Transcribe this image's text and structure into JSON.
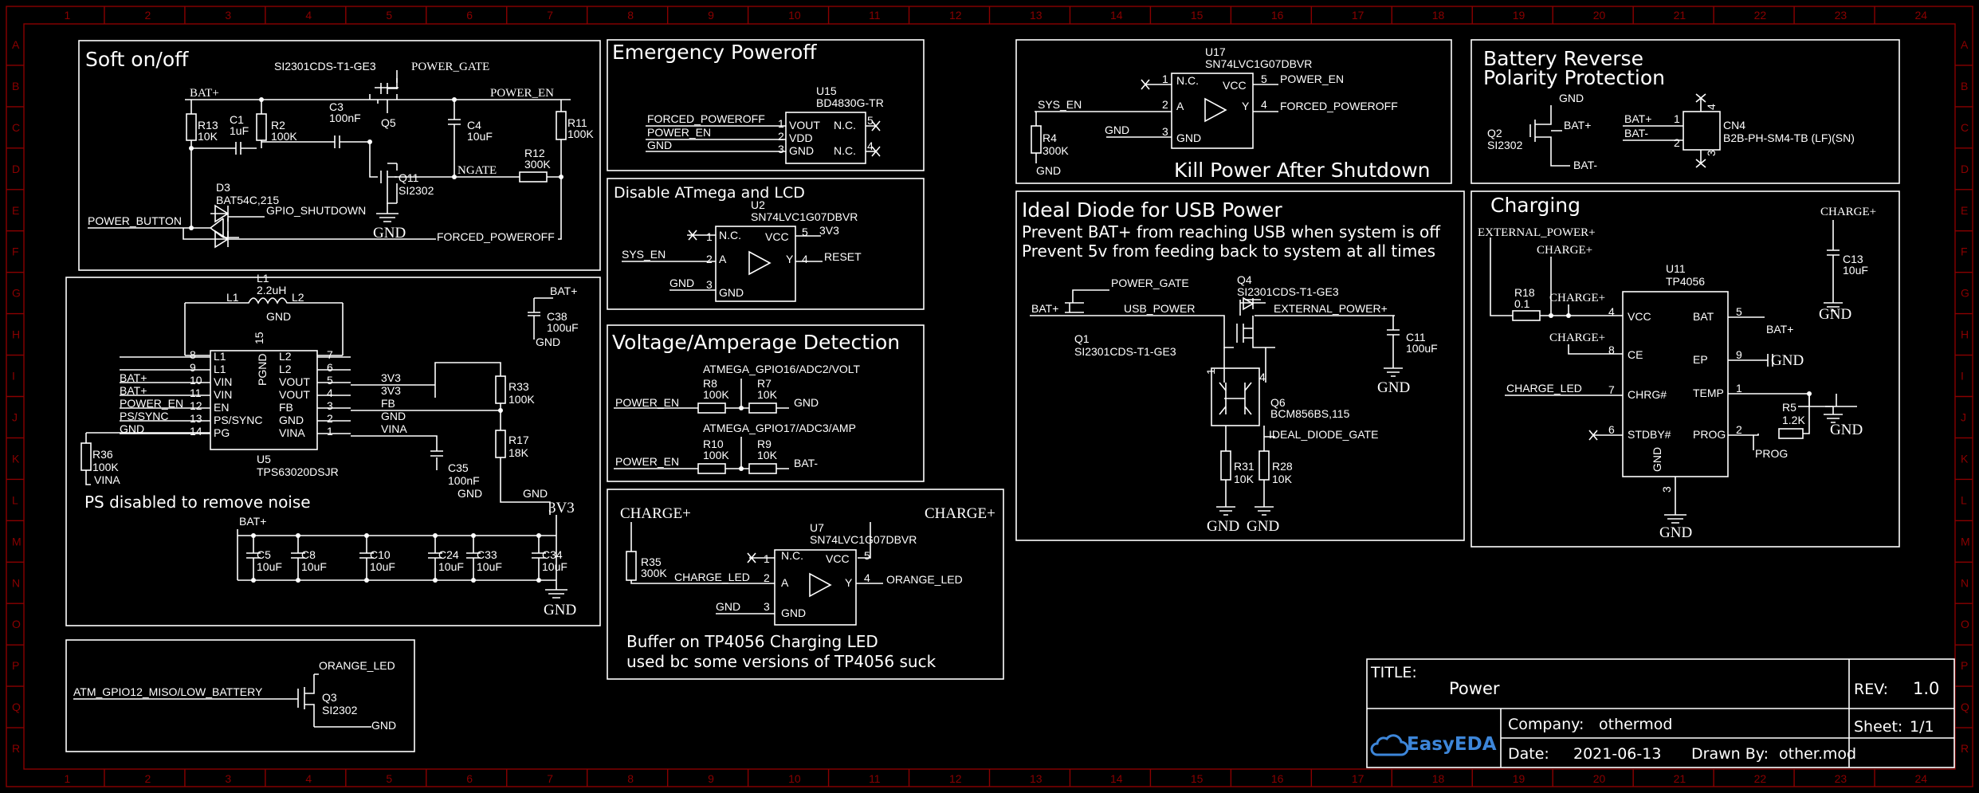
{
  "frame": {
    "col_marks": [
      "1",
      "2",
      "3",
      "4",
      "5",
      "6",
      "7",
      "8",
      "9",
      "10",
      "11",
      "12",
      "13",
      "14",
      "15",
      "16",
      "17",
      "18",
      "19",
      "20",
      "21",
      "22",
      "23",
      "24"
    ],
    "row_marks": [
      "A",
      "B",
      "C",
      "D",
      "E",
      "F",
      "G",
      "H",
      "I",
      "J",
      "K",
      "L",
      "M",
      "N",
      "O",
      "P",
      "Q",
      "R"
    ]
  },
  "title_block": {
    "title_label": "TITLE:",
    "title": "Power",
    "rev_label": "REV:",
    "rev": "1.0",
    "company_label": "Company:",
    "company": "othermod",
    "sheet_label": "Sheet:",
    "sheet": "1/1",
    "date_label": "Date:",
    "date": "2021-06-13",
    "drawn_label": "Drawn By:",
    "drawn": "other.mod",
    "logo": "EasyEDA",
    "logo_icon": "cloud-icon"
  },
  "sections": {
    "soft": {
      "title": "Soft on/off",
      "q5_part": "SI2301CDS-T1-GE3",
      "q5_ref": "Q5",
      "net_power_gate": "POWER_GATE",
      "net_bat": "BAT+",
      "net_power_en": "POWER_EN",
      "r13": [
        "R13",
        "10K"
      ],
      "c1": [
        "C1",
        "1uF"
      ],
      "r2": [
        "R2",
        "100K"
      ],
      "c3": [
        "C3",
        "100nF"
      ],
      "c4": [
        "C4",
        "10uF"
      ],
      "r11": [
        "R11",
        "100K"
      ],
      "r12": [
        "R12",
        "300K"
      ],
      "q11": [
        "Q11",
        "SI2302"
      ],
      "net_ngate": "NGATE",
      "d3": [
        "D3",
        "BAT54C,215"
      ],
      "net_gpio_shutdown": "GPIO_SHUTDOWN",
      "net_power_button": "POWER_BUTTON",
      "net_gnd": "GND",
      "net_forced": "FORCED_POWEROFF"
    },
    "emerg": {
      "title": "Emergency Poweroff",
      "u15_ref": "U15",
      "u15_part": "BD4830G-TR",
      "pins_left": [
        "VOUT",
        "VDD",
        "GND"
      ],
      "pins_left_num": [
        "1",
        "2",
        "3"
      ],
      "pins_right": [
        "N.C.",
        "N.C."
      ],
      "pins_right_num": [
        "5",
        "4"
      ],
      "nets": [
        "FORCED_POWEROFF",
        "POWER_EN",
        "GND"
      ]
    },
    "disable": {
      "title": "Disable ATmega and LCD",
      "u2_ref": "U2",
      "u2_part": "SN74LVC1G07DBVR",
      "pin_nc": "N.C.",
      "pin_a": "A",
      "pin_gnd": "GND",
      "pin_vcc": "VCC",
      "pin_y": "Y",
      "num_1": "1",
      "num_2": "2",
      "num_3": "3",
      "num_4": "4",
      "num_5": "5",
      "net_3v3": "3V3",
      "net_sys_en": "SYS_EN",
      "net_gnd": "GND",
      "net_reset": "RESET"
    },
    "volt": {
      "title": "Voltage/Amperage Detection",
      "net_gpio16": "ATMEGA_GPIO16/ADC2/VOLT",
      "net_gpio17": "ATMEGA_GPIO17/ADC3/AMP",
      "r8": [
        "R8",
        "100K"
      ],
      "r7": [
        "R7",
        "10K"
      ],
      "r10": [
        "R10",
        "100K"
      ],
      "r9": [
        "R9",
        "10K"
      ],
      "net_power_en": "POWER_EN",
      "net_gnd": "GND",
      "net_bat_minus": "BAT-"
    },
    "reg": {
      "l1": [
        "L1",
        "2.2uH"
      ],
      "l1_pins": [
        "L1",
        "L2"
      ],
      "u5_ref": "U5",
      "u5_part": "TPS63020DSJR",
      "pins_left": [
        "L1",
        "L1",
        "VIN",
        "VIN",
        "EN",
        "PS/SYNC",
        "PG"
      ],
      "pins_left_num": [
        "8",
        "9",
        "10",
        "11",
        "12",
        "13",
        "14"
      ],
      "pins_right": [
        "L2",
        "L2",
        "VOUT",
        "VOUT",
        "FB",
        "GND",
        "VINA"
      ],
      "pins_right_num": [
        "7",
        "6",
        "5",
        "4",
        "3",
        "2",
        "1"
      ],
      "pgnd": "PGND",
      "pgnd_num": "15",
      "nets_left": [
        "BAT+",
        "BAT+",
        "POWER_EN",
        "PS/SYNC",
        "GND"
      ],
      "nets_right": [
        "3V3",
        "3V3",
        "FB",
        "GND",
        "VINA"
      ],
      "r36": [
        "R36",
        "100K"
      ],
      "net_vina": "VINA",
      "r33": [
        "R33",
        "100K"
      ],
      "r17": [
        "R17",
        "18K"
      ],
      "c35": [
        "C35",
        "100nF"
      ],
      "c38": [
        "C38",
        "100uF"
      ],
      "net_bat": "BAT+",
      "net_gnd": "GND",
      "net_3v3": "3V3",
      "note": "PS disabled to remove noise",
      "caps": [
        [
          "C5",
          "10uF"
        ],
        [
          "C8",
          "10uF"
        ],
        [
          "C10",
          "10uF"
        ],
        [
          "C24",
          "10uF"
        ],
        [
          "C33",
          "10uF"
        ],
        [
          "C34",
          "10uF"
        ]
      ]
    },
    "led": {
      "net_orange": "ORANGE_LED",
      "net_gpio12": "ATM_GPIO12_MISO/LOW_BATTERY",
      "q3": [
        "Q3",
        "SI2302"
      ],
      "net_gnd": "GND"
    },
    "buffer": {
      "net_charge": "CHARGE+",
      "r35": [
        "R35",
        "300K"
      ],
      "u7_ref": "U7",
      "u7_part": "SN74LVC1G07DBVR",
      "pin_nc": "N.C.",
      "pin_a": "A",
      "pin_gnd": "GND",
      "pin_vcc": "VCC",
      "pin_y": "Y",
      "num_1": "1",
      "num_2": "2",
      "num_3": "3",
      "num_4": "4",
      "num_5": "5",
      "net_charge_led": "CHARGE_LED",
      "net_gnd": "GND",
      "net_orange": "ORANGE_LED",
      "note1": "Buffer on TP4056 Charging LED",
      "note2": "used bc some versions of TP4056 suck"
    },
    "kill": {
      "u17_ref": "U17",
      "u17_part": "SN74LVC1G07DBVR",
      "pin_nc": "N.C.",
      "pin_a": "A",
      "pin_gnd": "GND",
      "pin_vcc": "VCC",
      "pin_y": "Y",
      "num_1": "1",
      "num_2": "2",
      "num_3": "3",
      "num_4": "4",
      "num_5": "5",
      "net_sys_en": "SYS_EN",
      "net_gnd": "GND",
      "net_power_en": "POWER_EN",
      "net_forced": "FORCED_POWEROFF",
      "r4": [
        "R4",
        "300K"
      ],
      "title": "Kill Power After Shutdown"
    },
    "diode": {
      "title": "Ideal Diode for USB Power",
      "line1": "Prevent BAT+ from reaching USB when system is off",
      "line2": "Prevent 5v from feeding back to system at all times",
      "net_power_gate": "POWER_GATE",
      "q4": [
        "Q4",
        "SI2301CDS-T1-GE3"
      ],
      "net_bat": "BAT+",
      "net_usb_power": "USB_POWER",
      "net_ext": "EXTERNAL_POWER+",
      "q1": [
        "Q1",
        "SI2301CDS-T1-GE3"
      ],
      "c11": [
        "C11",
        "100uF"
      ],
      "q6": [
        "Q6",
        "BCM856BS,115"
      ],
      "q6_pins": [
        "1",
        "4"
      ],
      "net_ideal": "IDEAL_DIODE_GATE",
      "r31": [
        "R31",
        "10K"
      ],
      "r28": [
        "R28",
        "10K"
      ],
      "net_gnd": "GND"
    },
    "battery": {
      "title1": "Battery Reverse",
      "title2": "Polarity Protection",
      "net_gnd": "GND",
      "q2": [
        "Q2",
        "SI2302"
      ],
      "net_bat": "BAT+",
      "net_bat_minus": "BAT-",
      "cn4_ref": "CN4",
      "cn4_part": "B2B-PH-SM4-TB (LF)(SN)",
      "cn4_pins": [
        "1",
        "2",
        "3",
        "4"
      ]
    },
    "charging": {
      "title": "Charging",
      "net_ext": "EXTERNAL_POWER+",
      "net_charge": "CHARGE+",
      "r18": [
        "R18",
        "0.1"
      ],
      "c13": [
        "C13",
        "10uF"
      ],
      "u11_ref": "U11",
      "u11_part": "TP4056",
      "pins_left": [
        "VCC",
        "CE",
        "CHRG#",
        "STDBY#"
      ],
      "pins_left_num": [
        "4",
        "8",
        "7",
        "6"
      ],
      "pins_right": [
        "BAT",
        "EP",
        "TEMP",
        "PROG"
      ],
      "pins_right_num": [
        "5",
        "9",
        "1",
        "2"
      ],
      "pin_gnd": "GND",
      "pin_gnd_num": "3",
      "net_bat": "BAT+",
      "net_gnd": "GND",
      "net_charge_led": "CHARGE_LED",
      "r5": [
        "R5",
        "1.2K"
      ],
      "net_prog": "PROG"
    }
  }
}
